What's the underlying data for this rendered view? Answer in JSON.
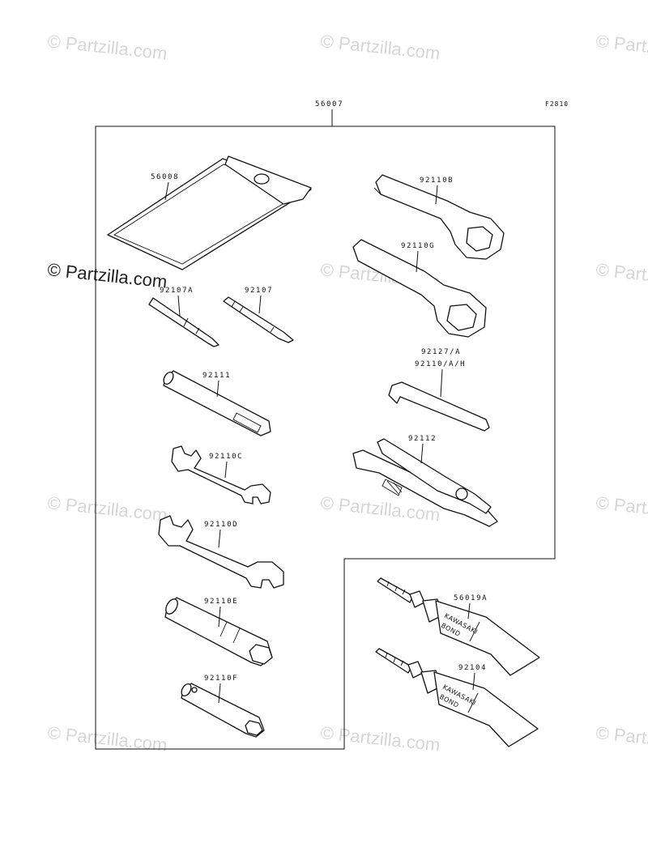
{
  "figure_id": "F2810",
  "watermark": "© Partzilla.com",
  "labels": {
    "kit": "56007",
    "pouch": "56008",
    "screwdriver_a": "92107A",
    "screwdriver": "92107",
    "handle": "92111",
    "wrench_c": "92110C",
    "wrench_d": "92110D",
    "socket_e": "92110E",
    "socket_f": "92110F",
    "ring_b": "92110B",
    "ring_g": "92110G",
    "hex_key_1": "92127/A",
    "hex_key_2": "92110/A/H",
    "pliers": "92112",
    "bond_a": "56019A",
    "bond_b": "92104"
  },
  "tube_text": {
    "brand": "KAWASAKI",
    "product": "BOND"
  }
}
